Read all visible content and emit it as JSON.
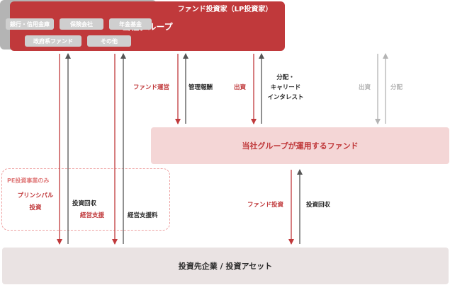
{
  "group": {
    "title": "当社グループ"
  },
  "lp": {
    "title": "ファンド投資家（LP投資家）",
    "chips": [
      "銀行・信用金庫",
      "保険会社",
      "年金基金",
      "政府系ファンド",
      "その他"
    ]
  },
  "fund": {
    "title": "当社グループが運用するファンド"
  },
  "asset": {
    "title": "投資先企業 / 投資アセット"
  },
  "pe": {
    "label": "PE投資事業のみ"
  },
  "labels": {
    "principal_1": "プリンシパル",
    "principal_2": "投資",
    "principal_recovery": "投資回収",
    "management_support": "経営支援",
    "management_support_fee": "経営支援料",
    "fund_operation": "ファンド運営",
    "management_fee": "管理報酬",
    "investment": "出資",
    "distribution_carry_1": "分配・",
    "distribution_carry_2": "キャリード",
    "distribution_carry_3": "インタレスト",
    "lp_investment": "出資",
    "lp_distribution": "分配",
    "fund_investment": "ファンド投資",
    "fund_recovery": "投資回収"
  },
  "colors": {
    "red": "#c0393b",
    "dark": "#555555",
    "gray": "#b4b4b4",
    "pink": "#f4d6d6",
    "asset_bg": "#eae3e3"
  }
}
